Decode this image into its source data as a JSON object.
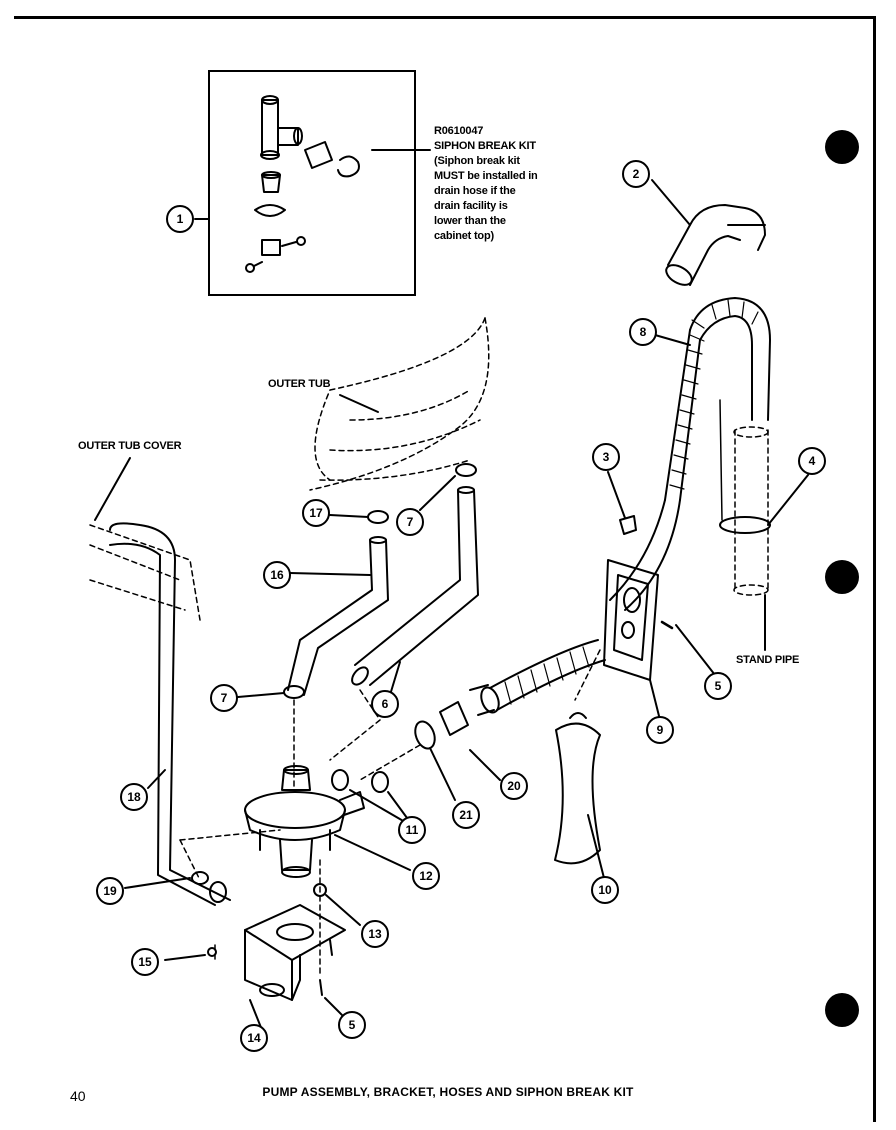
{
  "kit": {
    "part_number": "R0610047",
    "title": "SIPHON BREAK KIT",
    "note_lines": [
      "(Siphon break kit",
      "MUST be installed in",
      "drain hose if the",
      "drain facility is",
      "lower than the",
      "cabinet top)"
    ]
  },
  "labels": {
    "outer_tub": "OUTER TUB",
    "outer_tub_cover": "OUTER TUB COVER",
    "stand_pipe": "STAND PIPE"
  },
  "callouts": [
    "1",
    "2",
    "8",
    "3",
    "4",
    "17",
    "7",
    "16",
    "5",
    "7",
    "6",
    "9",
    "21",
    "20",
    "18",
    "11",
    "12",
    "10",
    "19",
    "13",
    "15",
    "5",
    "14"
  ],
  "caption": "PUMP ASSEMBLY, BRACKET, HOSES AND SIPHON BREAK KIT",
  "page_number": "40"
}
